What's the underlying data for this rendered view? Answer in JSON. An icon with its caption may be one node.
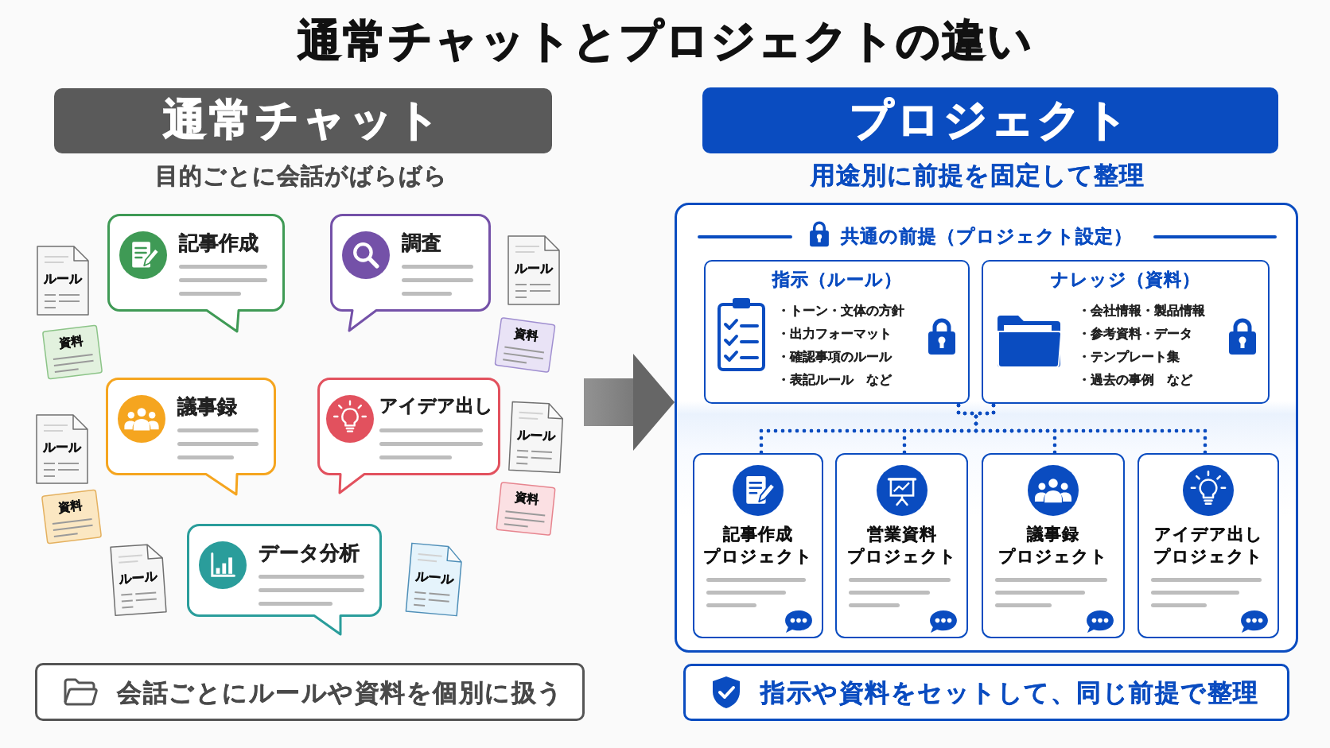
{
  "diagram": {
    "title": "通常チャットとプロジェクトの違い",
    "nodes": [
      {
        "text": [
          "通常チャット"
        ],
        "beside": [
          "目的ごとに会話がばらばら"
        ]
      },
      {
        "text": [
          "ルール"
        ]
      },
      {
        "text": [
          "記事作成"
        ]
      },
      {
        "text": [
          "調査"
        ]
      },
      {
        "text": [
          "ルール"
        ]
      },
      {
        "text": [
          "資料"
        ]
      },
      {
        "text": [
          "資料"
        ]
      },
      {
        "text": [
          "ルール"
        ]
      },
      {
        "text": [
          "議事録"
        ]
      },
      {
        "text": [
          "アイデア出し"
        ]
      },
      {
        "text": [
          "ルール"
        ]
      },
      {
        "text": [
          "資料"
        ]
      },
      {
        "text": [
          "資料"
        ]
      },
      {
        "text": [
          "ルール"
        ]
      },
      {
        "text": [
          "データ分析"
        ]
      },
      {
        "text": [
          "ルール"
        ]
      },
      {
        "text": [
          "会話ごとにルールや資料を個別に扱う"
        ]
      },
      {
        "text": [
          "プロジェクト"
        ],
        "beside": [
          "用途別に前提を固定して整理"
        ]
      },
      {
        "text": [
          "共通の前提（プロジェクト設定）"
        ]
      },
      {
        "text": [
          "指示（ルール）",
          "・トーン・文体の方針",
          "・出力フォーマット",
          "・確認事項のルール",
          "・表記ルール　など"
        ],
        "in": 18
      },
      {
        "text": [
          "ナレッジ（資料）",
          "・会社情報・製品情報",
          "・参考資料・データ",
          "・テンプレート集",
          "・過去の事例　など"
        ],
        "in": 18
      },
      {
        "text": [
          "記事作成",
          "プロジェクト"
        ],
        "in": 18
      },
      {
        "text": [
          "営業資料",
          "プロジェクト"
        ],
        "in": 18
      },
      {
        "text": [
          "議事録",
          "プロジェクト"
        ],
        "in": 18
      },
      {
        "text": [
          "アイデア出し",
          "プロジェクト"
        ],
        "in": 18
      },
      {
        "text": [
          "指示や資料をセットして、同じ前提で整理"
        ]
      }
    ],
    "edges": [
      {
        "from": null,
        "to": 18,
        "arrow": "to",
        "style": "thick",
        "color": "#666666"
      },
      {
        "from": 19,
        "to": 21,
        "arrow": "none",
        "style": "dashed"
      },
      {
        "from": 19,
        "to": 22,
        "arrow": "none",
        "style": "dashed"
      },
      {
        "from": 19,
        "to": 23,
        "arrow": "none",
        "style": "dashed"
      },
      {
        "from": 19,
        "to": 24,
        "arrow": "none",
        "style": "dashed"
      },
      {
        "from": 20,
        "to": 21,
        "arrow": "none",
        "style": "dashed"
      },
      {
        "from": 20,
        "to": 22,
        "arrow": "none",
        "style": "dashed"
      },
      {
        "from": 20,
        "to": 23,
        "arrow": "none",
        "style": "dashed"
      },
      {
        "from": 20,
        "to": 24,
        "arrow": "none",
        "style": "dashed"
      }
    ]
  }
}
